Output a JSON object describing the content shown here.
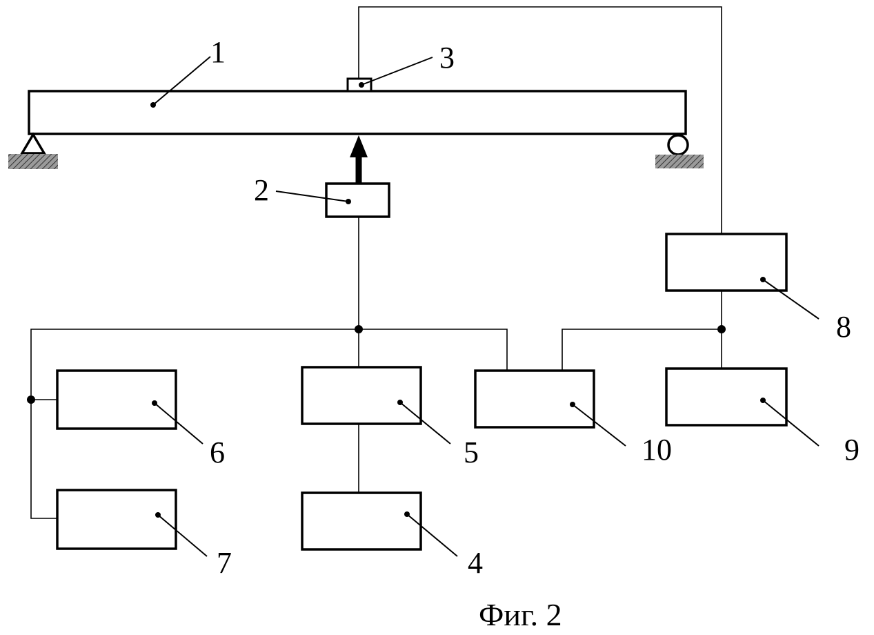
{
  "figure": {
    "caption": "Фиг. 2"
  },
  "labels": {
    "beam": "1",
    "actuator": "2",
    "sensor": "3",
    "block_4": "4",
    "block_5": "5",
    "block_6": "6",
    "block_7": "7",
    "block_8": "8",
    "block_9": "9",
    "block_10": "10"
  },
  "colors": {
    "ink": "#000000",
    "ground_hatch": "#555555",
    "paper": "#ffffff"
  }
}
